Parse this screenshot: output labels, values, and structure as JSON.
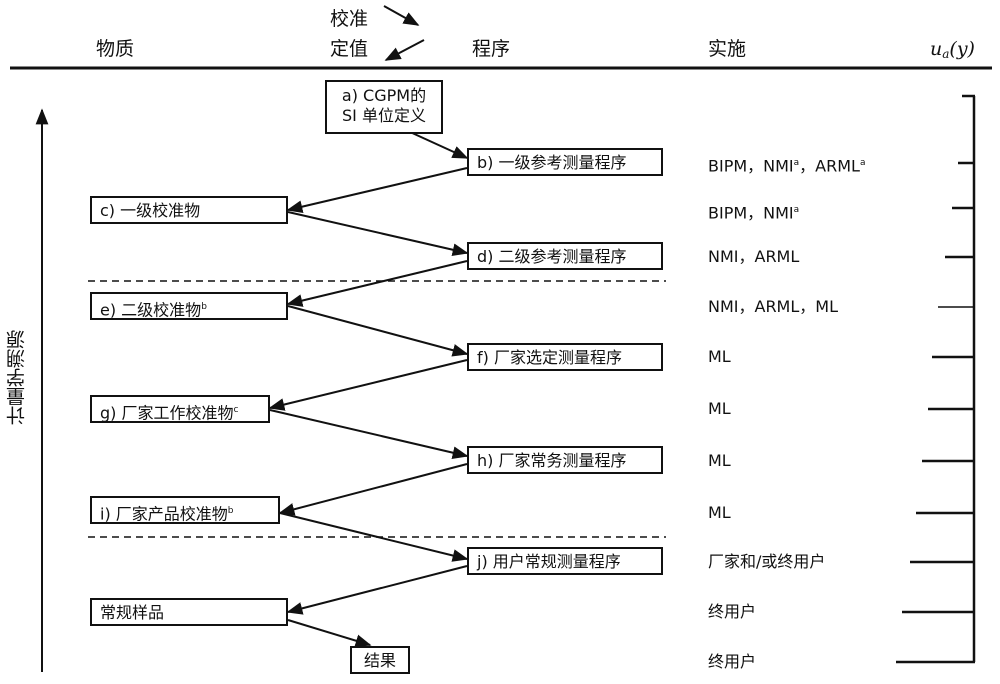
{
  "header": {
    "material": "物质",
    "calibration_line1": "校准",
    "calibration_line2": "定值",
    "procedure": "程序",
    "implementation": "实施",
    "ua_symbol": "u",
    "ua_sub": "a",
    "ua_paren": "(y)"
  },
  "side_label": "计量学溯源",
  "nodes": {
    "a_line1": "a) CGPM的",
    "a_line2": "SI 单位定义",
    "b": "b) 一级参考测量程序",
    "c": "c) 一级校准物",
    "d": "d) 二级参考测量程序",
    "e": "e) 二级校准物",
    "e_sup": "b",
    "f": "f) 厂家选定测量程序",
    "g": "g) 厂家工作校准物",
    "g_sup": "c",
    "h": "h) 厂家常务测量程序",
    "i": "i) 厂家产品校准物",
    "i_sup": "b",
    "j": "j) 用户常规测量程序",
    "routine": "常规样品",
    "result": "结果"
  },
  "implementation": {
    "b_part1": "BIPM，NMI",
    "b_sup1": "a",
    "b_part2": "，ARML",
    "b_sup2": "a",
    "c_part1": "BIPM，NMI",
    "c_sup1": "a",
    "d": "NMI，ARML",
    "e": "NMI，ARML，ML",
    "f": "ML",
    "g": "ML",
    "h": "ML",
    "i": "ML",
    "j": "厂家和/或终用户",
    "routine": "终用户",
    "result": "终用户"
  }
}
